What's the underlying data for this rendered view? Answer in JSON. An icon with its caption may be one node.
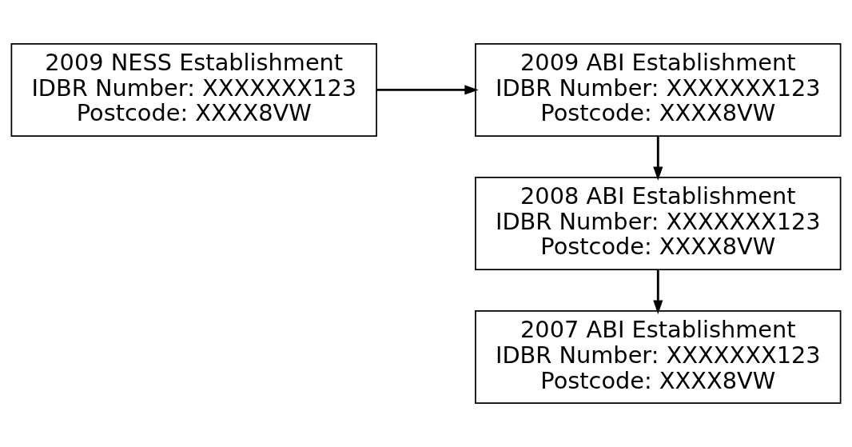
{
  "diagram": {
    "nodes": [
      {
        "text": [
          "2009 NESS Establishment",
          "IDBR Number: XXXXXXX123",
          "Postcode: XXXX8VW"
        ]
      },
      {
        "text": [
          "2009 ABI Establishment",
          "IDBR Number: XXXXXXX123",
          "Postcode: XXXX8VW"
        ]
      },
      {
        "text": [
          "2008 ABI Establishment",
          "IDBR Number: XXXXXXX123",
          "Postcode: XXXX8VW"
        ]
      },
      {
        "text": [
          "2007 ABI Establishment",
          "IDBR Number: XXXXXXX123",
          "Postcode: XXXX8VW"
        ]
      }
    ],
    "edges": [
      {
        "from": 0,
        "to": 1,
        "arrow": "to"
      },
      {
        "from": 1,
        "to": 2,
        "arrow": "to"
      },
      {
        "from": 2,
        "to": 3,
        "arrow": "to"
      }
    ]
  }
}
